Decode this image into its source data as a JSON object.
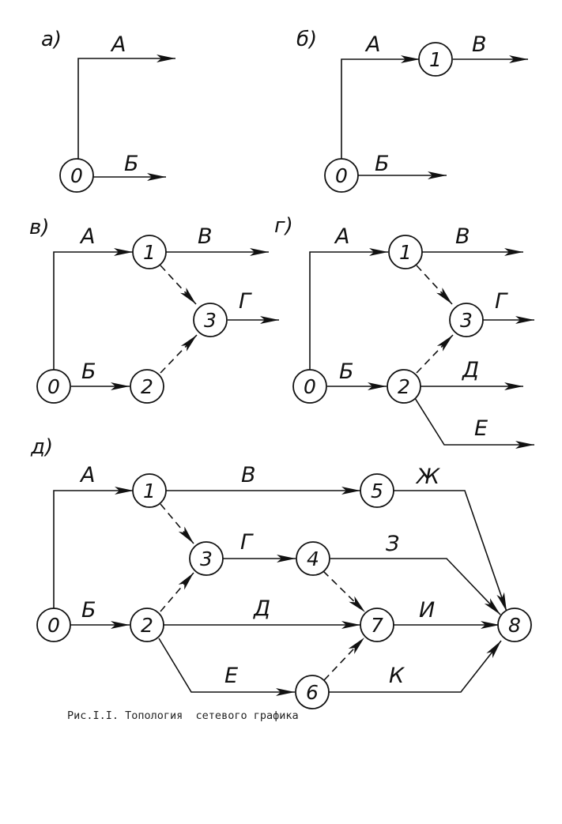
{
  "subfigures": [
    {
      "id": "a",
      "label": "а)",
      "nodes": [
        {
          "id": "0",
          "label": "0"
        }
      ],
      "edges": [
        {
          "from": "0",
          "to": null,
          "label": "А",
          "dashed": false
        },
        {
          "from": "0",
          "to": null,
          "label": "Б",
          "dashed": false
        }
      ]
    },
    {
      "id": "b",
      "label": "б)",
      "nodes": [
        {
          "id": "0",
          "label": "0"
        },
        {
          "id": "1",
          "label": "1"
        }
      ],
      "edges": [
        {
          "from": "0",
          "to": "1",
          "label": "А",
          "dashed": false
        },
        {
          "from": "1",
          "to": null,
          "label": "В",
          "dashed": false
        },
        {
          "from": "0",
          "to": null,
          "label": "Б",
          "dashed": false
        }
      ]
    },
    {
      "id": "v",
      "label": "в)",
      "nodes": [
        {
          "id": "0",
          "label": "0"
        },
        {
          "id": "1",
          "label": "1"
        },
        {
          "id": "2",
          "label": "2"
        },
        {
          "id": "3",
          "label": "3"
        }
      ],
      "edges": [
        {
          "from": "0",
          "to": "1",
          "label": "А",
          "dashed": false
        },
        {
          "from": "1",
          "to": null,
          "label": "В",
          "dashed": false
        },
        {
          "from": "1",
          "to": "3",
          "label": "",
          "dashed": true
        },
        {
          "from": "3",
          "to": null,
          "label": "Г",
          "dashed": false
        },
        {
          "from": "0",
          "to": "2",
          "label": "Б",
          "dashed": false
        },
        {
          "from": "2",
          "to": "3",
          "label": "",
          "dashed": true
        }
      ]
    },
    {
      "id": "g",
      "label": "г)",
      "nodes": [
        {
          "id": "0",
          "label": "0"
        },
        {
          "id": "1",
          "label": "1"
        },
        {
          "id": "2",
          "label": "2"
        },
        {
          "id": "3",
          "label": "3"
        }
      ],
      "edges": [
        {
          "from": "0",
          "to": "1",
          "label": "А",
          "dashed": false
        },
        {
          "from": "1",
          "to": null,
          "label": "В",
          "dashed": false
        },
        {
          "from": "1",
          "to": "3",
          "label": "",
          "dashed": true
        },
        {
          "from": "3",
          "to": null,
          "label": "Г",
          "dashed": false
        },
        {
          "from": "0",
          "to": "2",
          "label": "Б",
          "dashed": false
        },
        {
          "from": "2",
          "to": "3",
          "label": "",
          "dashed": true
        },
        {
          "from": "2",
          "to": null,
          "label": "Д",
          "dashed": false
        },
        {
          "from": "2",
          "to": null,
          "label": "Е",
          "dashed": false
        }
      ]
    },
    {
      "id": "d",
      "label": "д)",
      "nodes": [
        {
          "id": "0",
          "label": "0"
        },
        {
          "id": "1",
          "label": "1"
        },
        {
          "id": "2",
          "label": "2"
        },
        {
          "id": "3",
          "label": "3"
        },
        {
          "id": "4",
          "label": "4"
        },
        {
          "id": "5",
          "label": "5"
        },
        {
          "id": "6",
          "label": "6"
        },
        {
          "id": "7",
          "label": "7"
        },
        {
          "id": "8",
          "label": "8"
        }
      ],
      "edges": [
        {
          "from": "0",
          "to": "1",
          "label": "А",
          "dashed": false
        },
        {
          "from": "0",
          "to": "2",
          "label": "Б",
          "dashed": false
        },
        {
          "from": "1",
          "to": "5",
          "label": "В",
          "dashed": false
        },
        {
          "from": "1",
          "to": "3",
          "label": "",
          "dashed": true
        },
        {
          "from": "2",
          "to": "3",
          "label": "",
          "dashed": true
        },
        {
          "from": "3",
          "to": "4",
          "label": "Г",
          "dashed": false
        },
        {
          "from": "2",
          "to": "7",
          "label": "Д",
          "dashed": false
        },
        {
          "from": "2",
          "to": "6",
          "label": "Е",
          "dashed": false
        },
        {
          "from": "5",
          "to": "8",
          "label": "Ж",
          "dashed": false
        },
        {
          "from": "4",
          "to": "8",
          "label": "З",
          "dashed": false
        },
        {
          "from": "4",
          "to": "7",
          "label": "",
          "dashed": true
        },
        {
          "from": "6",
          "to": "7",
          "label": "",
          "dashed": true
        },
        {
          "from": "7",
          "to": "8",
          "label": "И",
          "dashed": false
        },
        {
          "from": "6",
          "to": "8",
          "label": "К",
          "dashed": false
        }
      ]
    }
  ],
  "caption": "Рис.I.I. Топология  сетевого графика"
}
